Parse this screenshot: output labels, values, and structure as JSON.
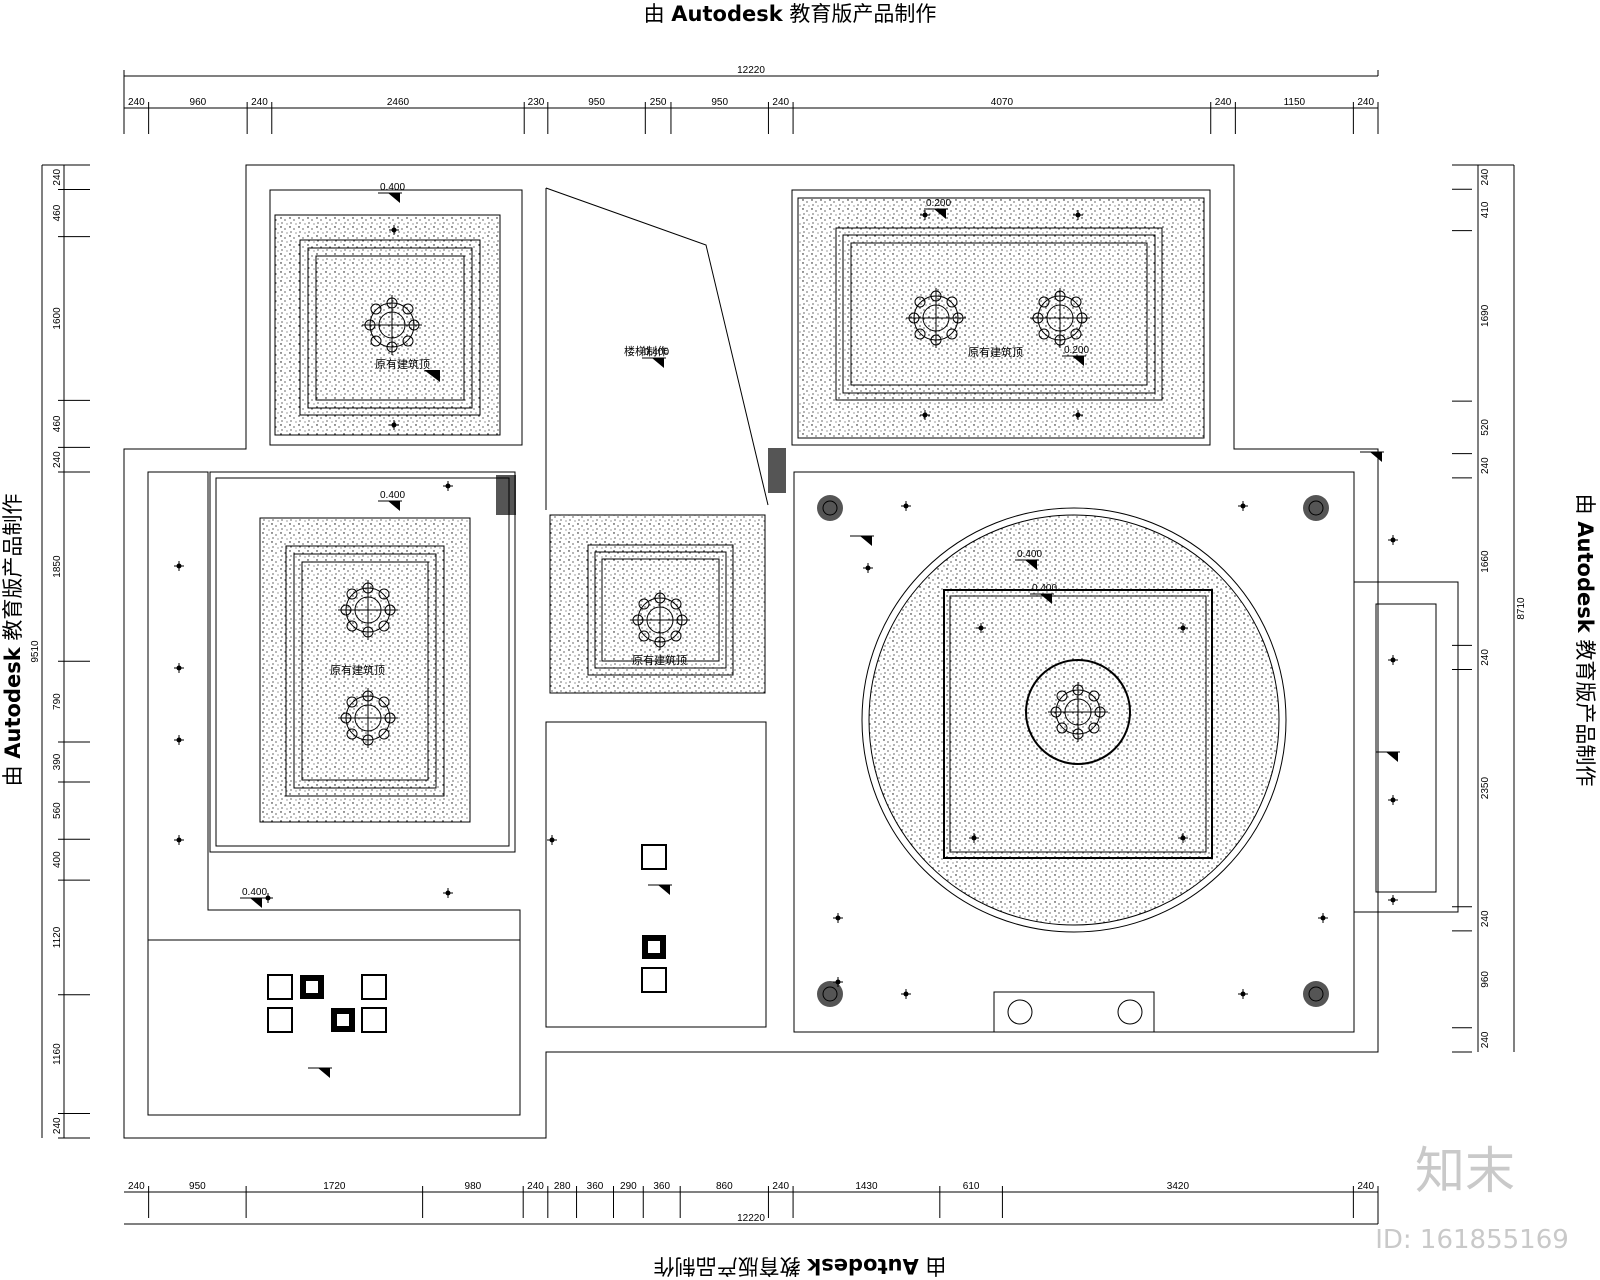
{
  "edu_stamp": {
    "prefix": "由",
    "brand": "Autodesk",
    "suffix": "教育版产品制作"
  },
  "dimensions": {
    "top_total": "12220",
    "top_segments": [
      "240",
      "960",
      "240",
      "2460",
      "230",
      "950",
      "250",
      "950",
      "240",
      "4070",
      "240",
      "1150",
      "240"
    ],
    "bottom_total": "12220",
    "bottom_segments": [
      "240",
      "950",
      "1720",
      "980",
      "240",
      "280",
      "360",
      "290",
      "360",
      "860",
      "240",
      "1430",
      "610",
      "3420",
      "240"
    ],
    "left_total": "9510",
    "left_segments": [
      "240",
      "460",
      "1600",
      "460",
      "240",
      "1850",
      "790",
      "390",
      "560",
      "400",
      "1120",
      "1160",
      "240"
    ],
    "right_total": "8710",
    "right_segments": [
      "240",
      "410",
      "1690",
      "520",
      "240",
      "1660",
      "240",
      "2350",
      "240",
      "960",
      "240"
    ]
  },
  "labels": {
    "original_ceiling": "原有建筑顶",
    "note_tag": "楼梯制作",
    "elev_tags": [
      "0.400",
      "0.400",
      "0.400",
      "0.200",
      "0.200",
      "0.400",
      "0.400",
      "0.400"
    ]
  },
  "watermark": {
    "logo": "知末",
    "id": "ID: 161855169"
  }
}
